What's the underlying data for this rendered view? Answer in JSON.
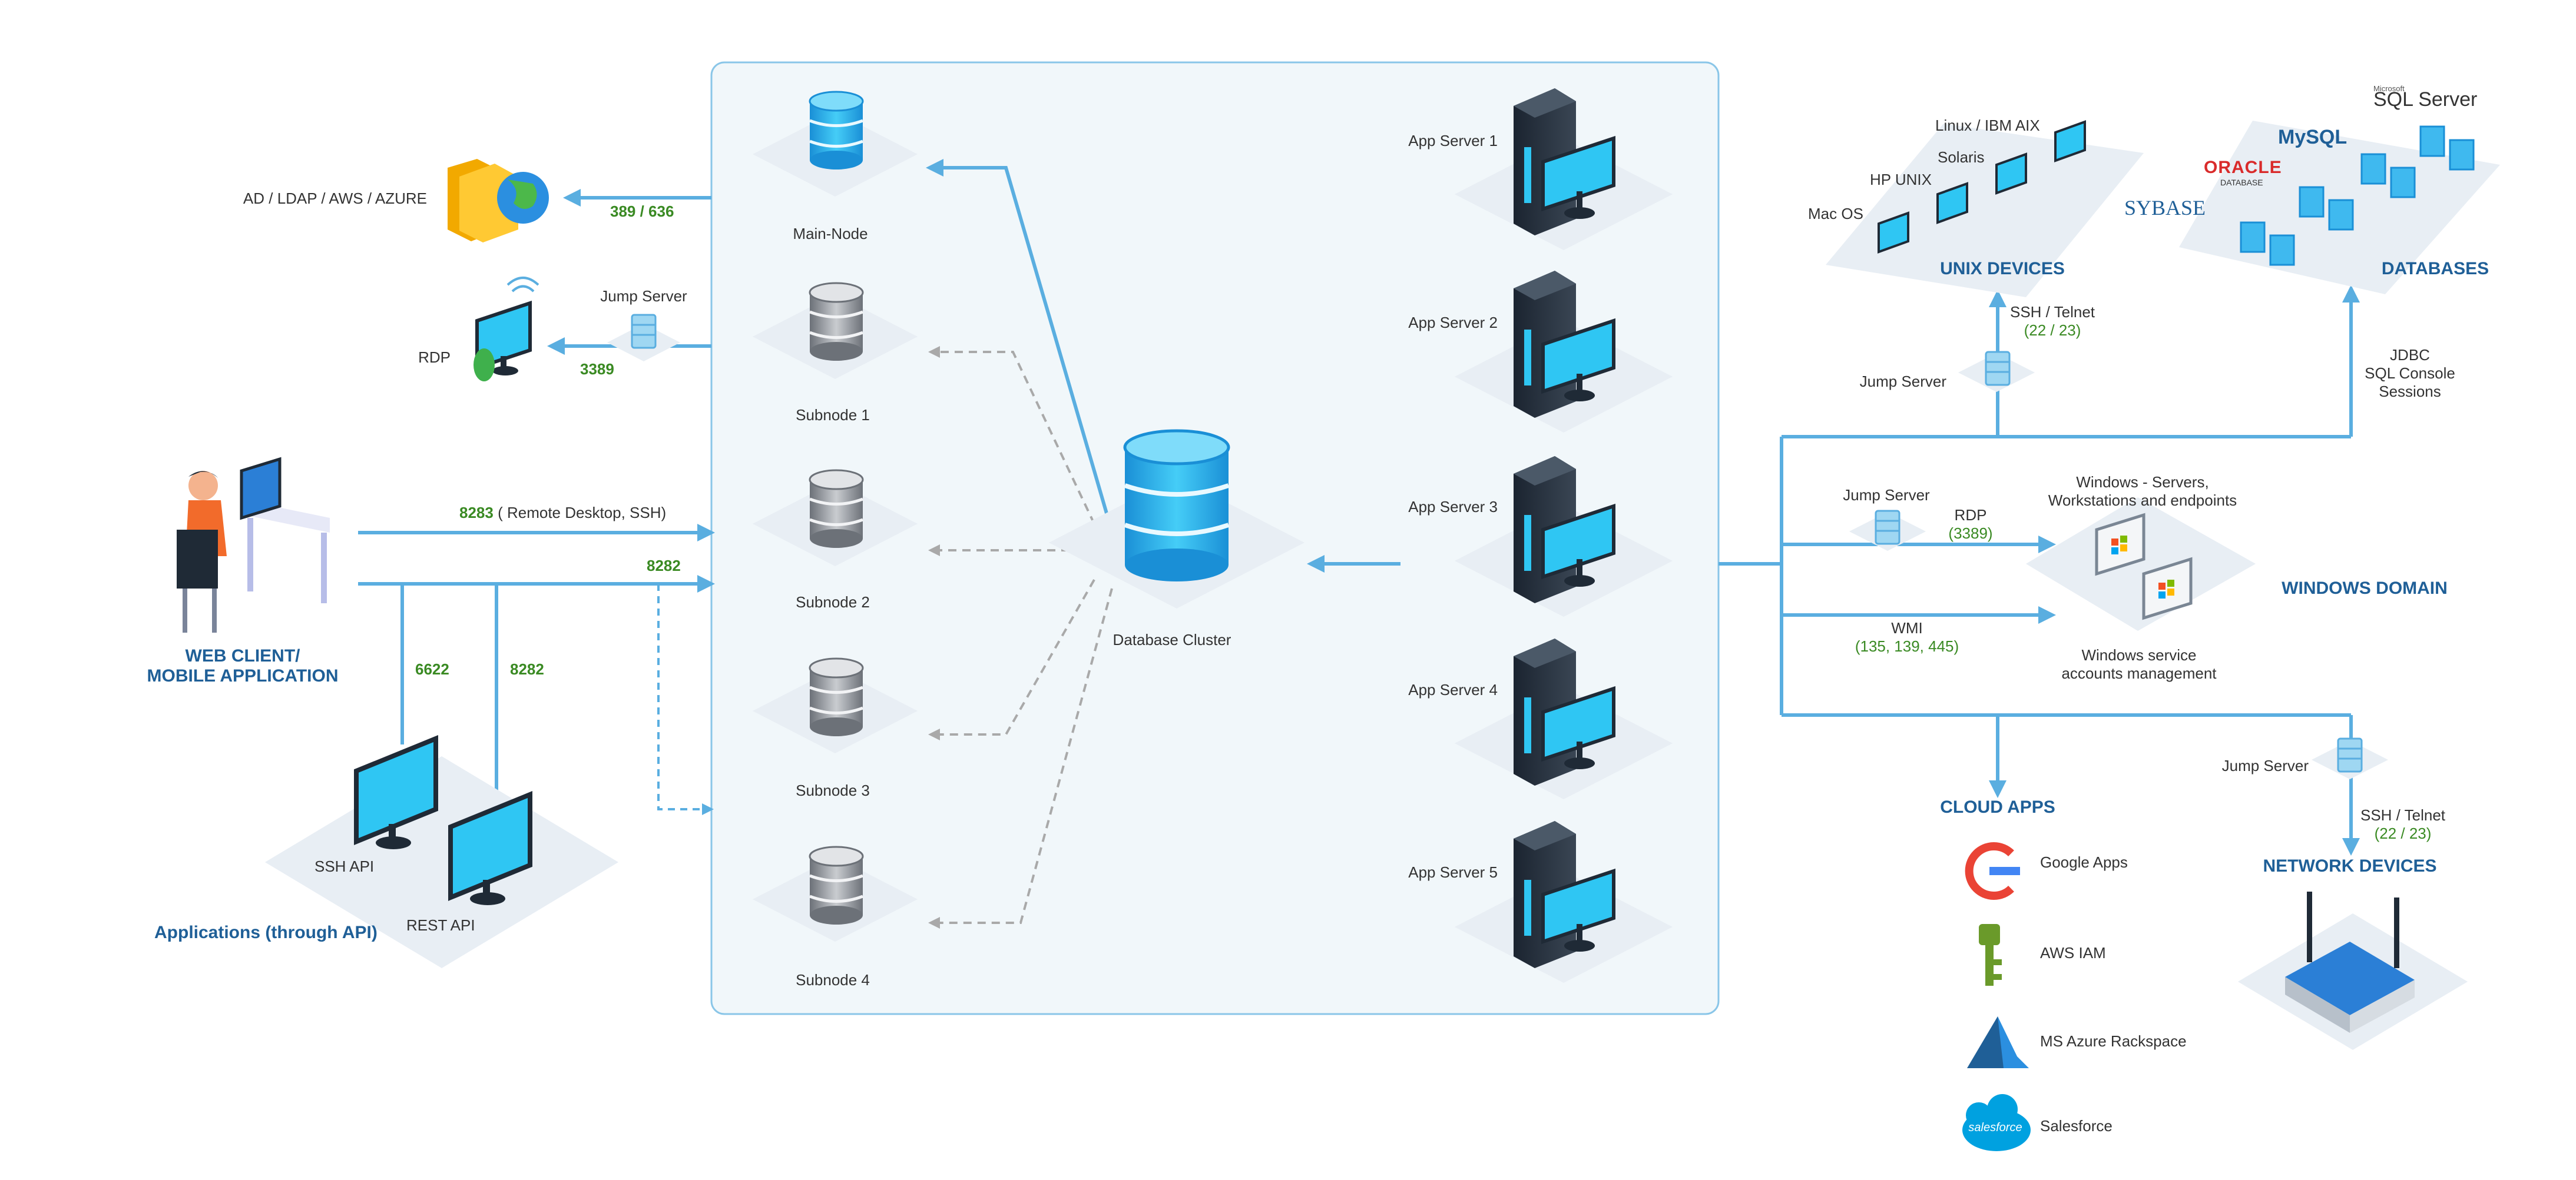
{
  "labels": {
    "ad_ldap": "AD / LDAP / AWS / AZURE",
    "port_389": "389 / 636",
    "rdp_left": "RDP",
    "jump_left": "Jump Server",
    "port_3389": "3389",
    "port_8283_num": "8283",
    "port_8283_rest": "( Remote Desktop, SSH)",
    "port_8282_top": "8282",
    "port_6622": "6622",
    "port_8282_mid": "8282",
    "web_client_1": "WEB CLIENT/",
    "web_client_2": "MOBILE APPLICATION",
    "ssh_api": "SSH API",
    "rest_api": "REST API",
    "applications_api": "Applications (through API)",
    "main_node": "Main-Node",
    "subnode_1": "Subnode 1",
    "subnode_2": "Subnode 2",
    "subnode_3": "Subnode 3",
    "subnode_4": "Subnode 4",
    "db_cluster": "Database Cluster",
    "app_server_1": "App Server 1",
    "app_server_2": "App Server 2",
    "app_server_3": "App Server 3",
    "app_server_4": "App Server 4",
    "app_server_5": "App Server 5",
    "linux_aix": "Linux / IBM AIX",
    "solaris": "Solaris",
    "hp_unix": "HP UNIX",
    "mac_os": "Mac OS",
    "unix_devices": "UNIX DEVICES",
    "logo_microsoft": "Microsoft",
    "logo_sqlserver": "SQL Server",
    "logo_mysql": "MySQL",
    "logo_oracle": "ORACLE",
    "logo_oracle_sub": "DATABASE",
    "logo_sybase": "SYBASE",
    "databases": "DATABASES",
    "ssh_telnet_top": "SSH / Telnet",
    "ports_22_23_top": "(22 / 23)",
    "jump_unix": "Jump Server",
    "jdbc_1": "JDBC",
    "jdbc_2": "SQL Console",
    "jdbc_3": "Sessions",
    "jump_win": "Jump Server",
    "rdp_win": "RDP",
    "port_3389_win": "(3389)",
    "win_servers_1": "Windows - Servers,",
    "win_servers_2": "Workstations and endpoints",
    "windows_domain": "WINDOWS DOMAIN",
    "wmi": "WMI",
    "wmi_ports": "(135, 139, 445)",
    "win_service_1": "Windows service",
    "win_service_2": "accounts management",
    "cloud_apps": "CLOUD APPS",
    "google_apps": "Google Apps",
    "aws_iam": "AWS IAM",
    "ms_azure": "MS Azure Rackspace",
    "salesforce": "Salesforce",
    "salesforce_logo": "salesforce",
    "jump_net": "Jump Server",
    "ssh_telnet_net": "SSH / Telnet",
    "ports_22_23_net": "(22 / 23)",
    "network_devices": "NETWORK DEVICES"
  },
  "colors": {
    "connector": "#5aaee0",
    "dashed": "#a9a9a9",
    "panel_bg": "#f1f7fa",
    "panel_border": "#8ac6e8",
    "tile": "#e8eef4",
    "accent_blue": "#1f5f97",
    "port_green": "#3a8a23",
    "cyan": "#2fc6f3",
    "dark": "#1f2a36"
  }
}
